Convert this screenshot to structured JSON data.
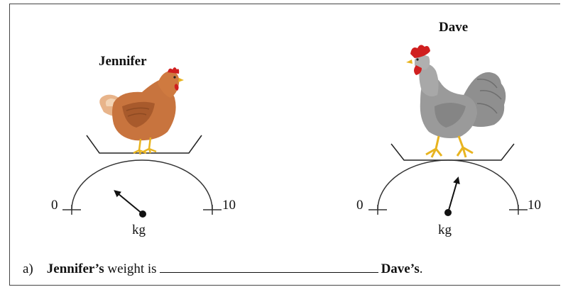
{
  "scales": [
    {
      "id": "jennifer",
      "name": "Jennifer",
      "min_label": "0",
      "max_label": "10",
      "unit": "kg",
      "reading_fraction": 0.22
    },
    {
      "id": "dave",
      "name": "Dave",
      "min_label": "0",
      "max_label": "10",
      "unit": "kg",
      "reading_fraction": 0.59
    }
  ],
  "question": {
    "marker": "a)",
    "subject": "Jennifer’s",
    "middle": "weight is",
    "object": "Dave’s",
    "end": "."
  },
  "colors": {
    "hen_body": "#c8743e",
    "rooster_body": "#9a9a9a",
    "comb": "#d01f1f",
    "feet": "#e8b420"
  }
}
